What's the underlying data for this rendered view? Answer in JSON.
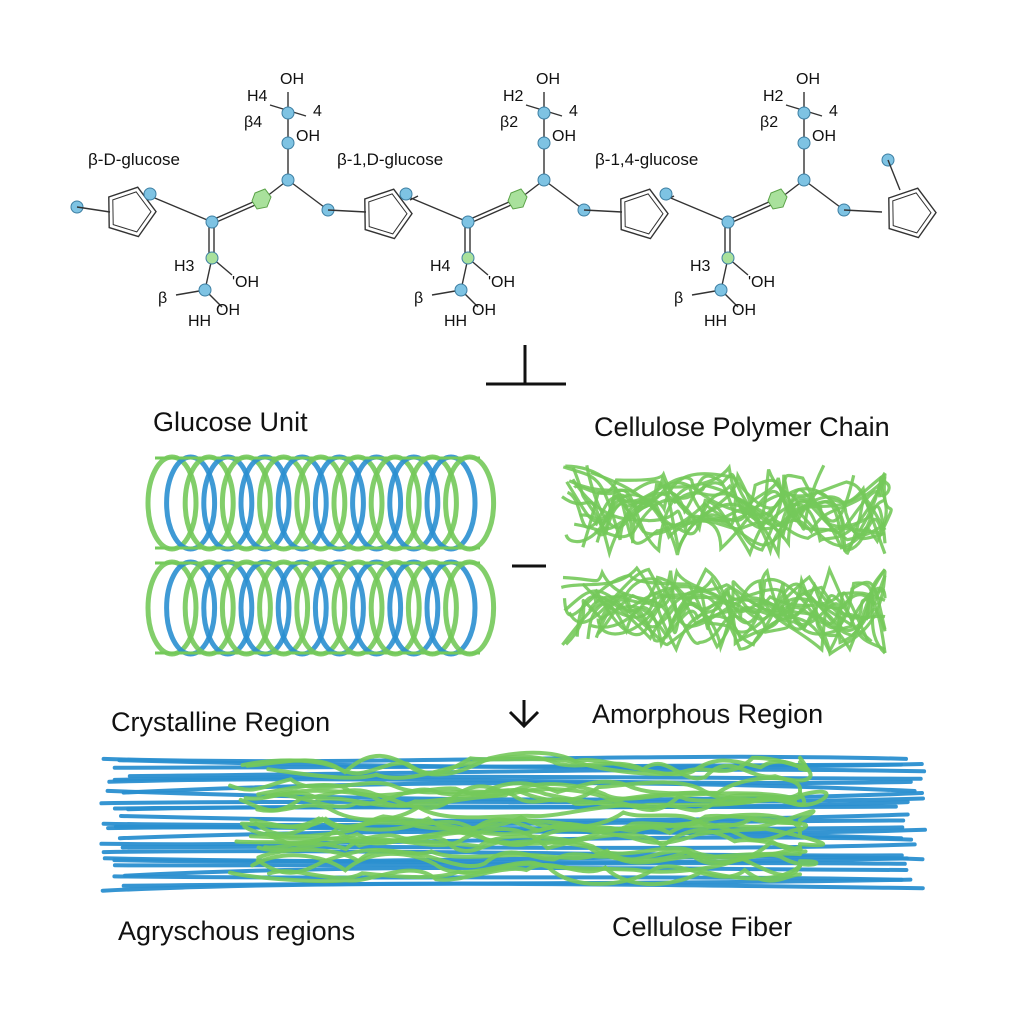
{
  "molecule": {
    "unit_labels": [
      "β-D-glucose",
      "β-1,D-glucose",
      "β-1,4-glucose"
    ],
    "units": [
      {
        "top_oh": "OH",
        "top_h": "H4",
        "top_b": "β4",
        "top_4": "4",
        "top_oh2": "OH",
        "bot_h": "H3",
        "bot_oh": "'OH",
        "bot_b": "β",
        "bot_oh2": "OH",
        "bot_hh": "HH"
      },
      {
        "top_oh": "OH",
        "top_h": "H2",
        "top_b": "β2",
        "top_4": "4",
        "top_oh2": "OH",
        "bot_h": "H4",
        "bot_oh": "'OH",
        "bot_b": "β",
        "bot_oh2": "OH",
        "bot_hh": "HH"
      },
      {
        "top_oh": "OH",
        "top_h": "H2",
        "top_b": "β2",
        "top_4": "4",
        "top_oh2": "OH",
        "bot_h": "H3",
        "bot_oh": "'OH",
        "bot_b": "β",
        "bot_oh2": "OH",
        "bot_hh": "HH"
      }
    ]
  },
  "labels": {
    "glucose_unit": "Glucose Unit",
    "polymer_chain": "Cellulose Polymer Chain",
    "crystalline": "Crystalline Region",
    "amorphous": "Amorphous Region",
    "agryschous": "Agryschous regions",
    "fiber": "Cellulose Fiber"
  },
  "colors": {
    "blue_node": "#7ec3e3",
    "green_node": "#a9e19c",
    "fiber_blue": "#2a8fd0",
    "fiber_green": "#74c95a",
    "line": "#333333"
  }
}
